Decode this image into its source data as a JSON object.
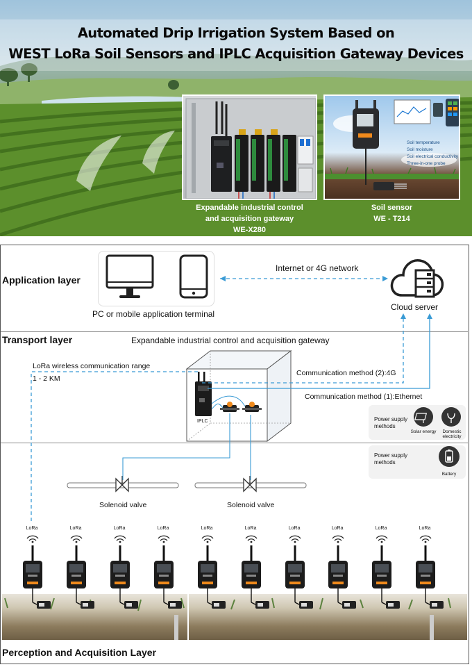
{
  "hero": {
    "title_line1": "Automated Drip Irrigation System Based on",
    "title_line2": "WEST LoRa Soil Sensors and IPLC Acquisition Gateway Devices",
    "gateway_caption_line1": "Expandable industrial control",
    "gateway_caption_line2": "and acquisition gateway",
    "gateway_caption_line3": "WE-X280",
    "sensor_caption_line1": "Soil sensor",
    "sensor_caption_line2": "WE - T214",
    "sensor_photo_labels": [
      "Soil temperature",
      "Soil moisture",
      "Soil electrical conductivity",
      "Three-in-one probe"
    ]
  },
  "application_layer": {
    "label": "Application layer",
    "terminal_caption": "PC or mobile application terminal",
    "network_label": "Internet or 4G network",
    "cloud_label": "Cloud server"
  },
  "transport_layer": {
    "label": "Transport layer",
    "gateway_label": "Expandable industrial control and acquisition gateway",
    "lora_range_label": "LoRa wireless communication range",
    "lora_range_value": "1 - 2 KM",
    "comm_4g": "Communication method (2):4G",
    "comm_ethernet": "Communication method (1):Ethernet",
    "iplc_label": "IPLC",
    "power_label": "Power supply methods",
    "power_options": [
      "Solar energy",
      "Domestic electricity"
    ]
  },
  "valve_layer": {
    "power_label": "Power supply methods",
    "battery_label": "Battery",
    "valves": [
      "Solenoid valve",
      "Solenoid valve"
    ]
  },
  "perception_layer": {
    "label": "Perception and Acquisition Layer",
    "node_label": "LoRa",
    "node_count": 10
  },
  "colors": {
    "link_blue": "#3a9bd5",
    "device_black": "#1b1b1b",
    "accent_orange": "#f08a1c"
  }
}
